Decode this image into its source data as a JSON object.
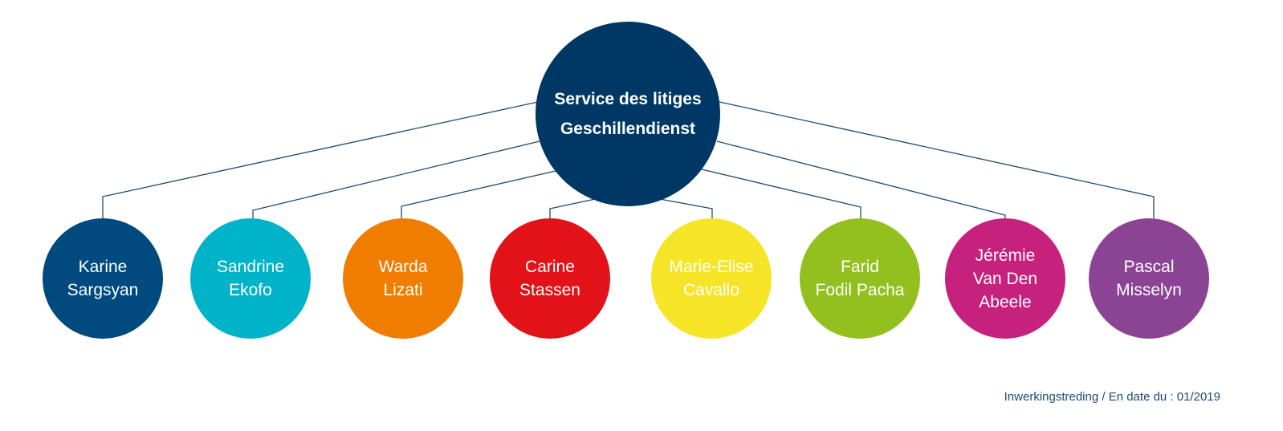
{
  "root": {
    "line1": "Service des litiges",
    "line2": "Geschillendienst",
    "color": "#003865"
  },
  "members": [
    {
      "name": "Karine\nSargsyan",
      "color": "#004a80"
    },
    {
      "name": "Sandrine\nEkofo",
      "color": "#00b3c9"
    },
    {
      "name": "Warda\nLizati",
      "color": "#ee7d00"
    },
    {
      "name": "Carine\nStassen",
      "color": "#e11218"
    },
    {
      "name": "Marie-Elise\nCavallo",
      "color": "#f6e526"
    },
    {
      "name": "Farid\nFodil Pacha",
      "color": "#93c01f"
    },
    {
      "name": "Jérémie\nVan Den\nAbeele",
      "color": "#c6217c"
    },
    {
      "name": "Pascal\nMisselyn",
      "color": "#8b4494"
    }
  ],
  "footer": "Inwerkingstreding / En date du : 01/2019"
}
